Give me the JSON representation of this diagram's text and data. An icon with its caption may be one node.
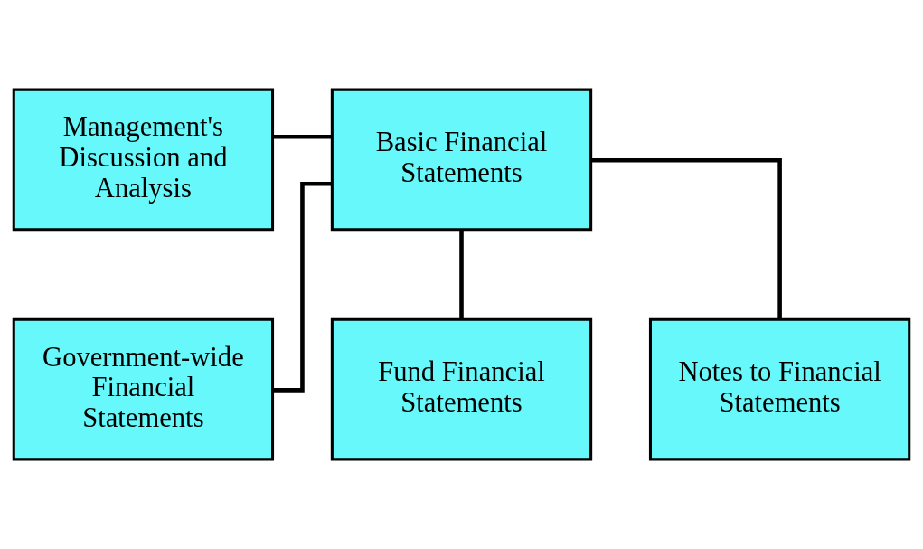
{
  "diagram": {
    "nodes": [
      {
        "text": [
          "Management's Discussion and Analysis"
        ]
      },
      {
        "text": [
          "Basic Financial Statements"
        ]
      },
      {
        "text": [
          "Government-wide Financial Statements"
        ]
      },
      {
        "text": [
          "Fund Financial Statements"
        ]
      },
      {
        "text": [
          "Notes to Financial Statements"
        ]
      }
    ],
    "edges": [
      {
        "from": 0,
        "to": 1,
        "arrow": "none"
      },
      {
        "from": 1,
        "to": 2,
        "arrow": "none"
      },
      {
        "from": 1,
        "to": 3,
        "arrow": "none"
      },
      {
        "from": 1,
        "to": 4,
        "arrow": "none"
      }
    ]
  }
}
